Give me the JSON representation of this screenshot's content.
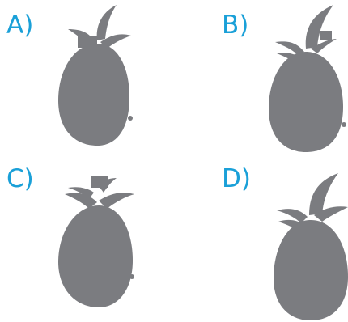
{
  "options": [
    {
      "label": "A)",
      "icon": "pineapple-silhouette-icon"
    },
    {
      "label": "B)",
      "icon": "pineapple-silhouette-icon"
    },
    {
      "label": "C)",
      "icon": "pineapple-silhouette-icon"
    },
    {
      "label": "D)",
      "icon": "pineapple-silhouette-icon"
    }
  ],
  "colors": {
    "label": "#1aa0d8",
    "silhouette": "#7b7c80",
    "background": "#ffffff"
  }
}
